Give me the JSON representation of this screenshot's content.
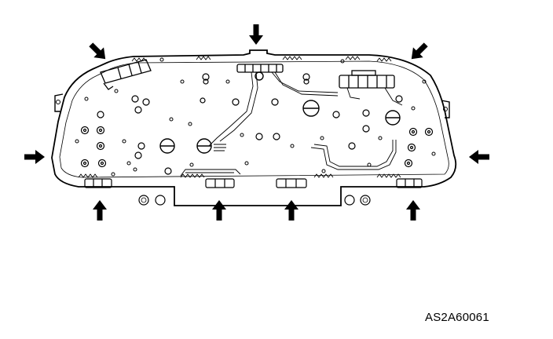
{
  "figure_code": "AS2A60061",
  "colors": {
    "ink": "#000000",
    "paper": "#ffffff"
  },
  "callouts": [
    {
      "name": "clip-arrow-top-center",
      "direction": "down"
    },
    {
      "name": "clip-arrow-top-left",
      "direction": "down-right"
    },
    {
      "name": "clip-arrow-top-right",
      "direction": "down-left"
    },
    {
      "name": "clip-arrow-left",
      "direction": "right"
    },
    {
      "name": "clip-arrow-right",
      "direction": "left"
    },
    {
      "name": "clip-arrow-bottom-1",
      "direction": "up"
    },
    {
      "name": "clip-arrow-bottom-2",
      "direction": "up"
    },
    {
      "name": "clip-arrow-bottom-3",
      "direction": "up"
    },
    {
      "name": "clip-arrow-bottom-4",
      "direction": "up"
    }
  ]
}
